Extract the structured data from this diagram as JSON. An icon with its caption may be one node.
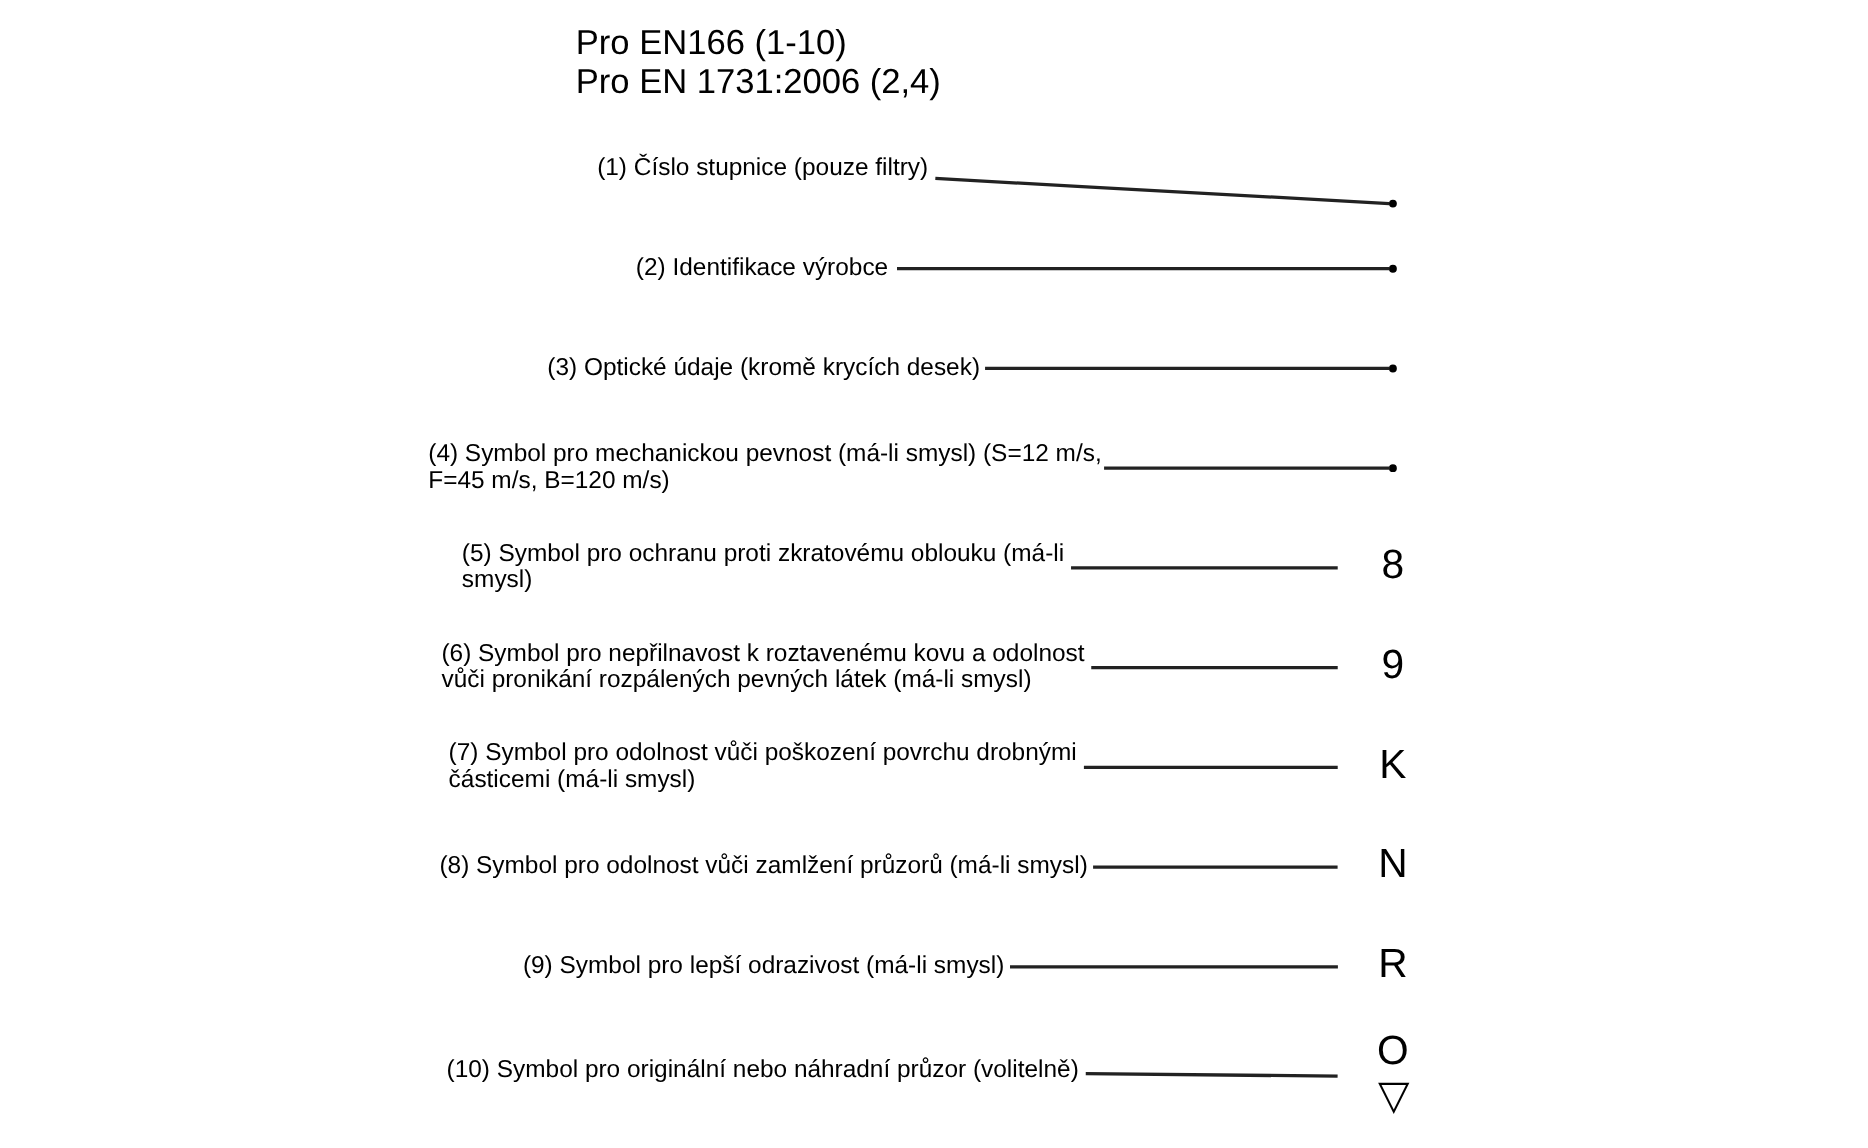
{
  "diagram": {
    "nodes": [
      {
        "text": [
          "(1) Číslo stupnice (pouze filtry)"
        ]
      },
      {
        "text": [
          "(2) Identifikace výrobce"
        ]
      },
      {
        "text": [
          "(3) Optické údaje (kromě krycích desek)"
        ]
      },
      {
        "text": [
          "(4) Symbol pro mechanickou pevnost (má-li smysl) (S=12 m/s, F=45 m/s, B=120 m/s)"
        ]
      },
      {
        "text": [
          "(5) Symbol pro ochranu proti zkratovému oblouku (má-li smysl)"
        ]
      },
      {
        "text": [
          "(6) Symbol pro nepřilnavost k roztavenému kovu a odolnost vůči pronikání rozpálených pevných látek (má-li smysl)"
        ]
      },
      {
        "text": [
          "(7) Symbol pro odolnost vůči poškození povrchu drobnými částicemi (má-li smysl)"
        ]
      },
      {
        "text": [
          "(8) Symbol pro odolnost vůči zamlžení průzorů (má-li smysl)"
        ]
      },
      {
        "text": [
          "(9) Symbol pro lepší odrazivost (má-li smysl)"
        ]
      },
      {
        "text": [
          "(10) Symbol pro originální nebo náhradní průzor (volitelně)"
        ]
      },
      {
        "text": [
          "8"
        ]
      },
      {
        "text": [
          "9"
        ]
      },
      {
        "text": [
          "K"
        ]
      },
      {
        "text": [
          "N"
        ]
      },
      {
        "text": [
          "R"
        ]
      },
      {
        "text": [
          "O",
          "▽"
        ]
      }
    ],
    "edges": [
      {
        "from": 0,
        "to": null,
        "arrow": "none"
      },
      {
        "from": 1,
        "to": null,
        "arrow": "none"
      },
      {
        "from": 2,
        "to": null,
        "arrow": "none"
      },
      {
        "from": 3,
        "to": null,
        "arrow": "none"
      },
      {
        "from": 4,
        "to": 10,
        "arrow": "none"
      },
      {
        "from": 5,
        "to": 11,
        "arrow": "none"
      },
      {
        "from": 6,
        "to": 12,
        "arrow": "none"
      },
      {
        "from": 7,
        "to": 13,
        "arrow": "none"
      },
      {
        "from": 8,
        "to": 14,
        "arrow": "none"
      },
      {
        "from": 9,
        "to": 15,
        "arrow": "none"
      }
    ],
    "labels": [
      "Pro EN166 (1-10)",
      "Pro EN 1731:2006 (2,4)"
    ]
  }
}
